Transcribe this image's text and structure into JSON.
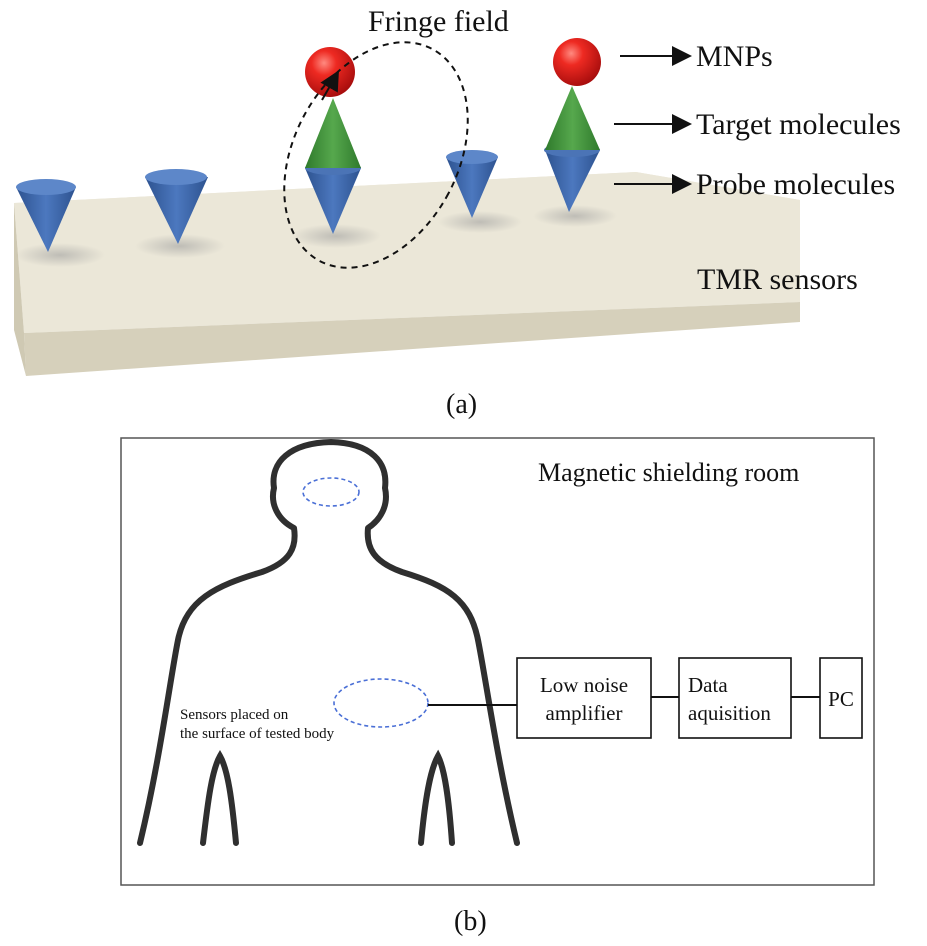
{
  "panel_a": {
    "fringe_field_label": "Fringe field",
    "mnps_label": "MNPs",
    "target_label": "Target molecules",
    "probe_label": "Probe molecules",
    "tmr_label": "TMR sensors",
    "caption": "(a)"
  },
  "panel_b": {
    "room_label": "Magnetic shielding room",
    "sensors_label_line1": "Sensors placed on",
    "sensors_label_line2": "the surface of tested body",
    "amplifier_line1": "Low noise",
    "amplifier_line2": "amplifier",
    "daq_line1": "Data",
    "daq_line2": "aquisition",
    "pc_label": "PC",
    "caption": "(b)"
  },
  "colors": {
    "mnp": "#e21b1b",
    "target": "#3f8f3a",
    "probe": "#3c66a8",
    "substrate_top": "#eeeadc",
    "substrate_front": "#d7d1bd",
    "sensor_ellipse": "#4a6fd6"
  }
}
